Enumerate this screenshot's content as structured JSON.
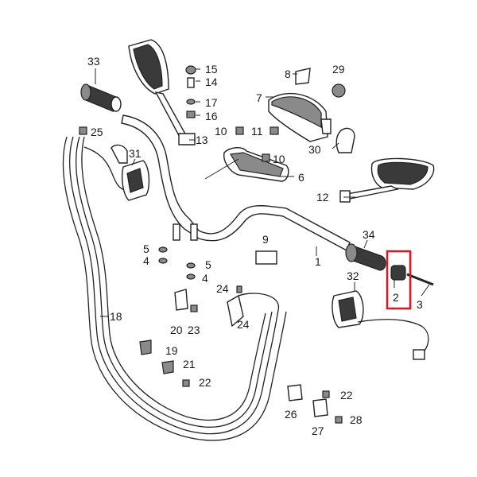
{
  "callouts": {
    "c1": "1",
    "c2": "2",
    "c3": "3",
    "c4a": "4",
    "c4b": "4",
    "c5a": "5",
    "c5b": "5",
    "c6": "6",
    "c7": "7",
    "c8": "8",
    "c9": "9",
    "c10": "10",
    "c11": "11",
    "c12": "12",
    "c13": "13",
    "c14": "14",
    "c15": "15",
    "c16": "16",
    "c17": "17",
    "c18": "18",
    "c19": "19",
    "c20": "20",
    "c21": "21",
    "c22a": "22",
    "c22b": "22",
    "c23": "23",
    "c24a": "24",
    "c24b": "24",
    "c25": "25",
    "c26": "26",
    "c27": "27",
    "c28": "28",
    "c29": "29",
    "c30": "30",
    "c31": "31",
    "c32": "32",
    "c33": "33",
    "c34": "34"
  },
  "highlight": {
    "part": "2",
    "color": "#e0141e"
  }
}
